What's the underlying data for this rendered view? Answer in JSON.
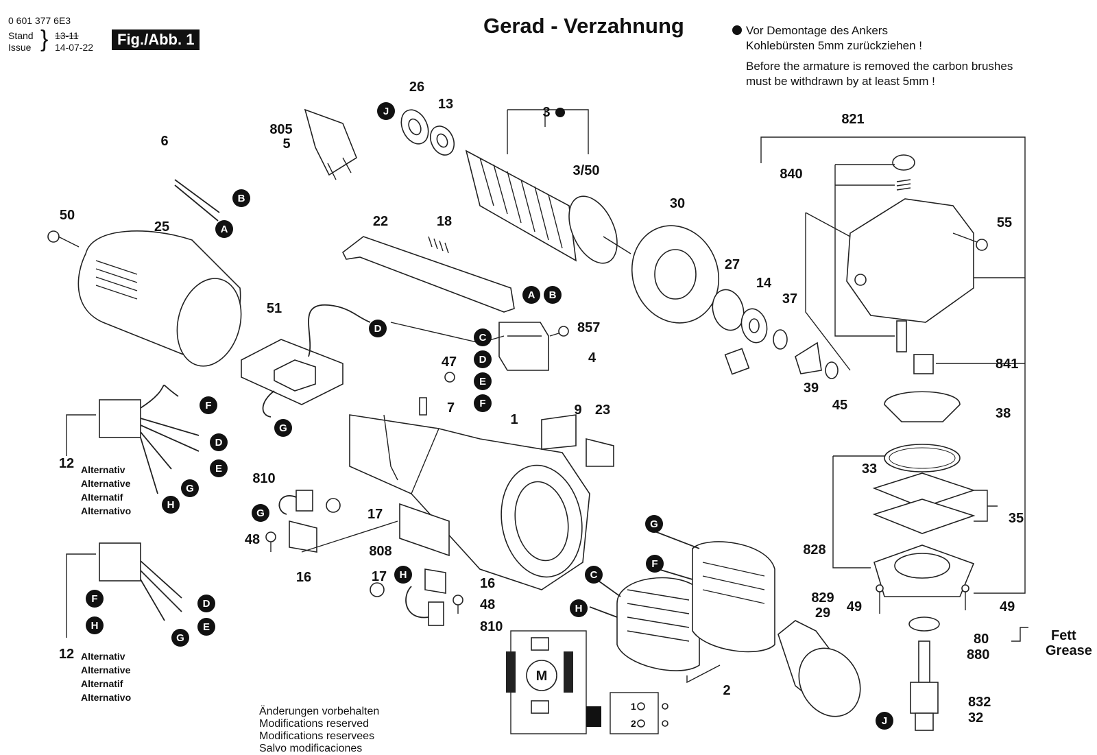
{
  "header": {
    "doc_number": "0 601 377 6E3",
    "stand_label": "Stand",
    "issue_label": "Issue",
    "stand_date": "13-11",
    "issue_date": "14-07-22",
    "fig_label": "Fig./Abb. 1"
  },
  "title": "Gerad - Verzahnung",
  "note": {
    "de_line1": "Vor Demontage des Ankers",
    "de_line2": "Kohlebürsten 5mm zurückziehen !",
    "en_line1": "Before the armature is removed the carbon brushes",
    "en_line2": "must be withdrawn by at least 5mm !"
  },
  "alternative_labels": [
    "Alternativ",
    "Alternative",
    "Alternatif",
    "Alternativo"
  ],
  "grease": {
    "de": "Fett",
    "en": "Grease"
  },
  "footer": [
    "Änderungen vorbehalten",
    "Modifications reserved",
    "Modifications reservees",
    "Salvo modificaciones"
  ],
  "schematic": {
    "motor_label": "M",
    "switch_pos_1": "1",
    "switch_pos_2": "2"
  },
  "part_labels": [
    {
      "id": "p26",
      "text": "26"
    },
    {
      "id": "p13",
      "text": "13"
    },
    {
      "id": "p3",
      "text": "3"
    },
    {
      "id": "p350",
      "text": "3/50"
    },
    {
      "id": "p805",
      "text": "805"
    },
    {
      "id": "p5",
      "text": "5"
    },
    {
      "id": "p6",
      "text": "6"
    },
    {
      "id": "p50",
      "text": "50"
    },
    {
      "id": "p25",
      "text": "25"
    },
    {
      "id": "p22",
      "text": "22"
    },
    {
      "id": "p18",
      "text": "18"
    },
    {
      "id": "p30",
      "text": "30"
    },
    {
      "id": "p27",
      "text": "27"
    },
    {
      "id": "p14",
      "text": "14"
    },
    {
      "id": "p37",
      "text": "37"
    },
    {
      "id": "p39",
      "text": "39"
    },
    {
      "id": "p45",
      "text": "45"
    },
    {
      "id": "p857",
      "text": "857"
    },
    {
      "id": "p4",
      "text": "4"
    },
    {
      "id": "p51",
      "text": "51"
    },
    {
      "id": "p47",
      "text": "47"
    },
    {
      "id": "p7",
      "text": "7"
    },
    {
      "id": "p1",
      "text": "1"
    },
    {
      "id": "p9",
      "text": "9"
    },
    {
      "id": "p23",
      "text": "23"
    },
    {
      "id": "p12a",
      "text": "12"
    },
    {
      "id": "p12b",
      "text": "12"
    },
    {
      "id": "p810a",
      "text": "810"
    },
    {
      "id": "p17a",
      "text": "17"
    },
    {
      "id": "p48a",
      "text": "48"
    },
    {
      "id": "p16a",
      "text": "16"
    },
    {
      "id": "p808",
      "text": "808"
    },
    {
      "id": "p17b",
      "text": "17"
    },
    {
      "id": "p16b",
      "text": "16"
    },
    {
      "id": "p48b",
      "text": "48"
    },
    {
      "id": "p810b",
      "text": "810"
    },
    {
      "id": "p2",
      "text": "2"
    },
    {
      "id": "p829",
      "text": "829"
    },
    {
      "id": "p29",
      "text": "29"
    },
    {
      "id": "p821",
      "text": "821"
    },
    {
      "id": "p840",
      "text": "840"
    },
    {
      "id": "p55",
      "text": "55"
    },
    {
      "id": "p841",
      "text": "841"
    },
    {
      "id": "p38",
      "text": "38"
    },
    {
      "id": "p33",
      "text": "33"
    },
    {
      "id": "p35",
      "text": "35"
    },
    {
      "id": "p828",
      "text": "828"
    },
    {
      "id": "p49a",
      "text": "49"
    },
    {
      "id": "p49b",
      "text": "49"
    },
    {
      "id": "p80",
      "text": "80"
    },
    {
      "id": "p880",
      "text": "880"
    },
    {
      "id": "p832",
      "text": "832"
    },
    {
      "id": "p32",
      "text": "32"
    }
  ],
  "connectors": [
    {
      "id": "cJ1",
      "letter": "J"
    },
    {
      "id": "cB1",
      "letter": "B"
    },
    {
      "id": "cA1",
      "letter": "A"
    },
    {
      "id": "cD1",
      "letter": "D"
    },
    {
      "id": "cA2",
      "letter": "A"
    },
    {
      "id": "cB2",
      "letter": "B"
    },
    {
      "id": "cC1",
      "letter": "C"
    },
    {
      "id": "cD2",
      "letter": "D"
    },
    {
      "id": "cE1",
      "letter": "E"
    },
    {
      "id": "cF1",
      "letter": "F"
    },
    {
      "id": "cF2",
      "letter": "F"
    },
    {
      "id": "cG1",
      "letter": "G"
    },
    {
      "id": "cD3",
      "letter": "D"
    },
    {
      "id": "cE2",
      "letter": "E"
    },
    {
      "id": "cG2",
      "letter": "G"
    },
    {
      "id": "cH1",
      "letter": "H"
    },
    {
      "id": "cG3",
      "letter": "G"
    },
    {
      "id": "cF3",
      "letter": "F"
    },
    {
      "id": "cD4",
      "letter": "D"
    },
    {
      "id": "cH2",
      "letter": "H"
    },
    {
      "id": "cE3",
      "letter": "E"
    },
    {
      "id": "cG4",
      "letter": "G"
    },
    {
      "id": "cH3",
      "letter": "H"
    },
    {
      "id": "cG5",
      "letter": "G"
    },
    {
      "id": "cF4",
      "letter": "F"
    },
    {
      "id": "cC2",
      "letter": "C"
    },
    {
      "id": "cH4",
      "letter": "H"
    },
    {
      "id": "cJ2",
      "letter": "J"
    }
  ]
}
